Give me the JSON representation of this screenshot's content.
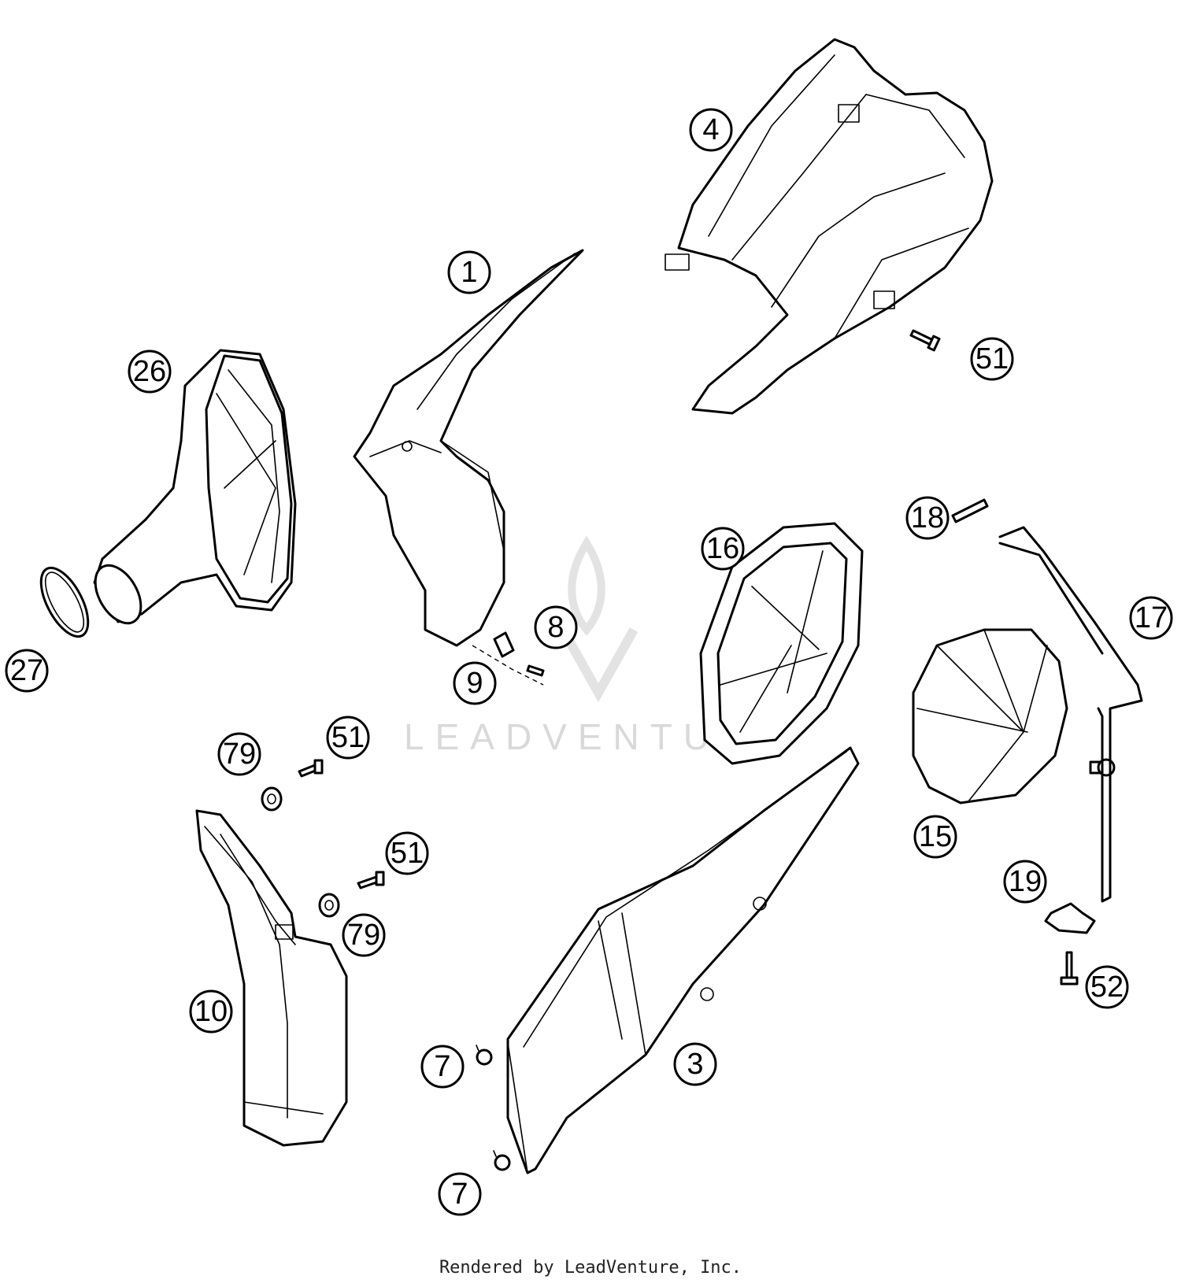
{
  "watermark": "LEADVENTURE",
  "footer": "Rendered by LeadVenture, Inc.",
  "callouts": [
    "1",
    "4",
    "51",
    "26",
    "18",
    "16",
    "17",
    "8",
    "27",
    "9",
    "51",
    "79",
    "15",
    "51",
    "19",
    "79",
    "10",
    "52",
    "3",
    "7",
    "7"
  ],
  "colors": {
    "line": "#000000",
    "background": "#ffffff",
    "watermark": "#d9d9d9"
  }
}
